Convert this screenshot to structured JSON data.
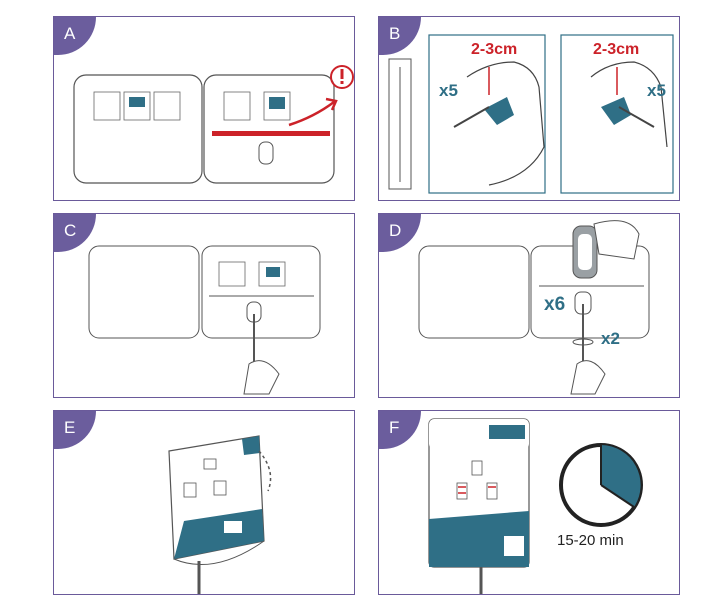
{
  "panels": [
    {
      "letter": "A"
    },
    {
      "letter": "B",
      "depth_label": "2-3cm",
      "rotations": "x5"
    },
    {
      "letter": "C"
    },
    {
      "letter": "D",
      "squeeze_count": "x6",
      "swirl_count": "x2"
    },
    {
      "letter": "E"
    },
    {
      "letter": "F",
      "time_label": "15-20 min"
    }
  ],
  "colors": {
    "frame": "#6b5d9d",
    "teal": "#2f6f86",
    "red": "#cc2229"
  },
  "icons": [
    "warning-icon",
    "timer-icon",
    "hand-icon",
    "swab-icon",
    "nose-icon"
  ]
}
